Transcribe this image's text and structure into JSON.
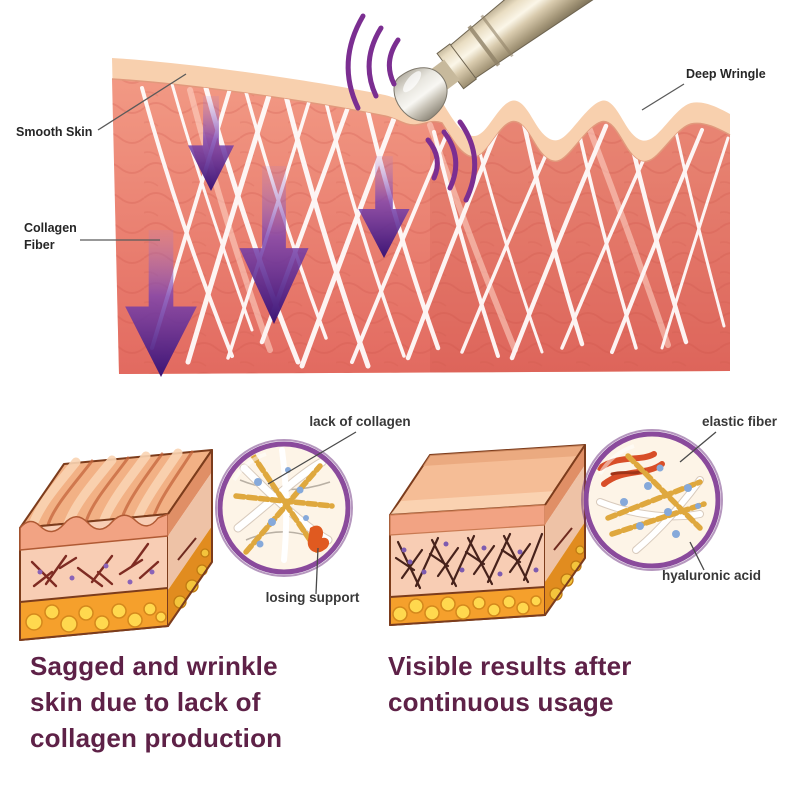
{
  "colors": {
    "caption_text": "#5e2147",
    "label_text": "#262626",
    "accent_purple": "#7b2e91",
    "arrow_purple": "#3c1474",
    "skin_epidermis": "#f8d0ae",
    "skin_dermis": "#ec8272",
    "fat_orange": "#f5a02c",
    "fiber_white": "#ffffff"
  },
  "top_diagram": {
    "smooth_skin_label": "Smooth Skin",
    "collagen_fiber_label": "Collagen Fiber",
    "deep_wrinkle_label": "Deep Wringle"
  },
  "before": {
    "callout_top": "lack of collagen",
    "callout_bottom": "losing support",
    "caption_lines": [
      "Sagged and wrinkle",
      "skin due to lack of",
      "collagen production"
    ]
  },
  "after": {
    "callout_top": "elastic fiber",
    "callout_bottom": "hyaluronic acid",
    "caption_lines": [
      "Visible results after",
      "continuous usage"
    ]
  }
}
